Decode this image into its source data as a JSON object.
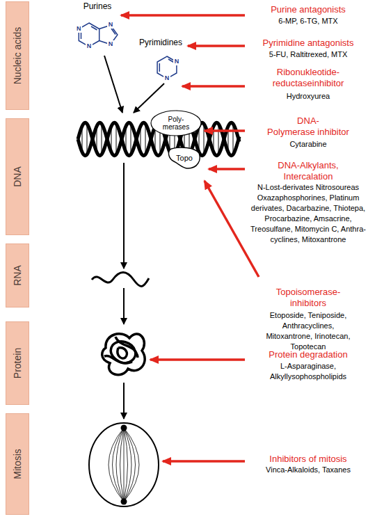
{
  "diagram": {
    "nodes": [
      {
        "text": [
          "Nucleic acids"
        ]
      },
      {
        "text": [
          "DNA"
        ]
      },
      {
        "text": [
          "RNA"
        ]
      },
      {
        "text": [
          "Protein"
        ]
      },
      {
        "text": [
          "Mitosis"
        ]
      },
      {
        "text": [
          "Poly- merases"
        ]
      },
      {
        "text": [
          "Topo"
        ]
      }
    ],
    "labels": [
      "Purines",
      "N",
      "N",
      "N",
      "N",
      "Pyrimidines",
      "N",
      "N",
      "Purine antagonists",
      "6-MP, 6-TG, MTX",
      "Pyrimidine antagonists",
      "5-FU, Raltitrexed, MTX",
      "Ribonukleotide- reductaseinhibitor",
      "Hydroxyurea",
      "DNA- Polymerase inhibitor",
      "Cytarabine",
      "DNA-Alkylants, Intercalation",
      "N-Lost-derivates Nitrosoureas Oxazaphosphorines, Platinum derivates, Dacarbazine, Thiotepa, Procarbazine, Amsacrine, Treosulfane, Mitomycin C, Anthra- cyclines, Mitoxantrone",
      "Topoisomerase- inhibitors",
      "Etoposide, Teniposide, Anthracyclines, Mitoxantrone, Irinotecan, Topotecan",
      "Protein degradation",
      "L-Asparaginase, Alkyllysophospholipids",
      "Inhibitors of mitosis",
      "Vinca-Alkaloids, Taxanes"
    ]
  }
}
